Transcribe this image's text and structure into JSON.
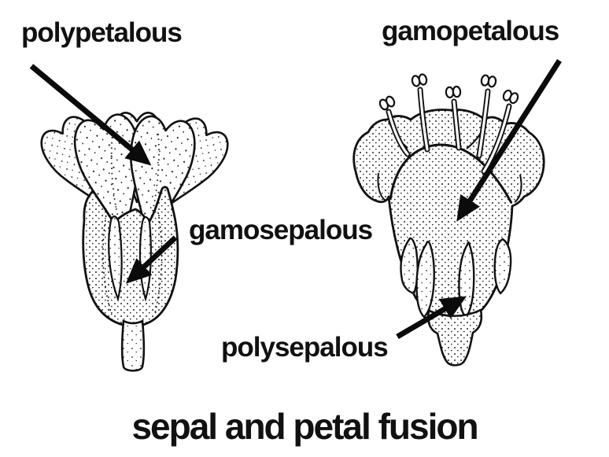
{
  "diagram": {
    "title": "sepal and petal fusion",
    "labels": {
      "polypetalous": "polypetalous",
      "gamopetalous": "gamopetalous",
      "gamosepalous": "gamosepalous",
      "polysepalous": "polysepalous"
    },
    "colors": {
      "background": "#ffffff",
      "ink": "#111111"
    }
  }
}
